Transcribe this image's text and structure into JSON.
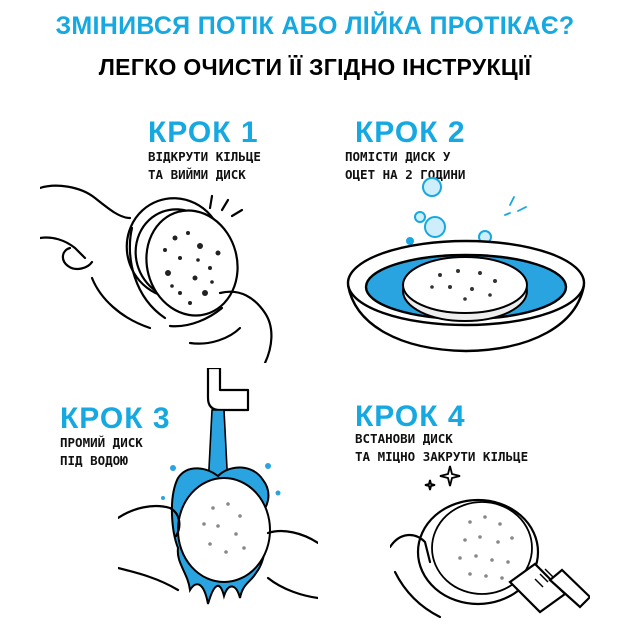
{
  "header": {
    "headline_1": "ЗМІНИВСЯ ПОТІК АБО ЛІЙКА ПРОТІКАЄ?",
    "headline_2": "ЛЕГКО ОЧИСТИ ЇЇ ЗГІДНО ІНСТРУКЦІЇ"
  },
  "steps": [
    {
      "title": "КРОК 1",
      "lines": [
        "ВІДКРУТИ КІЛЬЦЕ",
        "ТА ВИЙМИ ДИСК"
      ],
      "icon": "hand-unscrewing-ring-icon"
    },
    {
      "title": "КРОК 2",
      "lines": [
        "ПОМІСТИ ДИСК У",
        "ОЦЕТ НА 2 ГОДИНИ"
      ],
      "icon": "disc-in-vinegar-bowl-icon"
    },
    {
      "title": "КРОК 3",
      "lines": [
        "ПРОМИЙ ДИСК",
        "ПІД ВОДОЮ"
      ],
      "icon": "disc-under-tap-icon"
    },
    {
      "title": "КРОК 4",
      "lines": [
        "ВСТАНОВИ ДИСК",
        "ТА МІЦНО ЗАКРУТИ КІЛЬЦЕ"
      ],
      "icon": "hand-installing-disc-icon"
    }
  ],
  "colors": {
    "accent": "#16a8e0",
    "text": "#000000",
    "water": "#2aa4e0"
  }
}
